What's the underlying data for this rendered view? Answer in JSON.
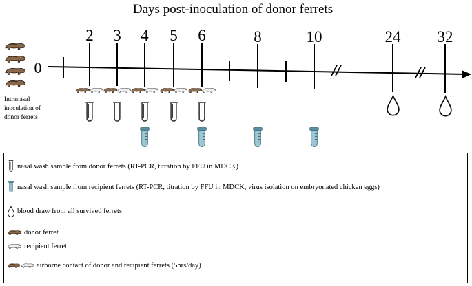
{
  "title": "Days post-inoculation of donor ferrets",
  "start_label": "0",
  "day_labels": [
    "2",
    "3",
    "4",
    "5",
    "6",
    "8",
    "10",
    "24",
    "32"
  ],
  "inoculation_note": [
    "Intranasal",
    "inoculation of",
    "donor ferrets"
  ],
  "legend": {
    "donor_wash": "nasal wash sample from donor ferrets (RT-PCR, titration by FFU in MDCK)",
    "recipient_wash": "nasal wash sample from recipient ferrets (RT-PCR, titration by FFU in MDCK, virus isolation on embryonated chicken eggs)",
    "blood_draw": "blood draw from all survived ferrets",
    "donor_ferret": "donor ferret",
    "recipient_ferret": "recipient ferret",
    "airborne_contact": "airborne contact of donor and recipient ferrets (5hrs/day)"
  },
  "colors": {
    "line": "#000000",
    "donor_ferret": "#8a6a4a",
    "recipient_ferret": "#eeeeee",
    "recipient_tube": "#9fc7d3"
  },
  "icons": [
    "donor-ferret-icon",
    "recipient-ferret-icon",
    "donor-tube-icon",
    "recipient-tube-icon",
    "blood-drop-icon"
  ]
}
